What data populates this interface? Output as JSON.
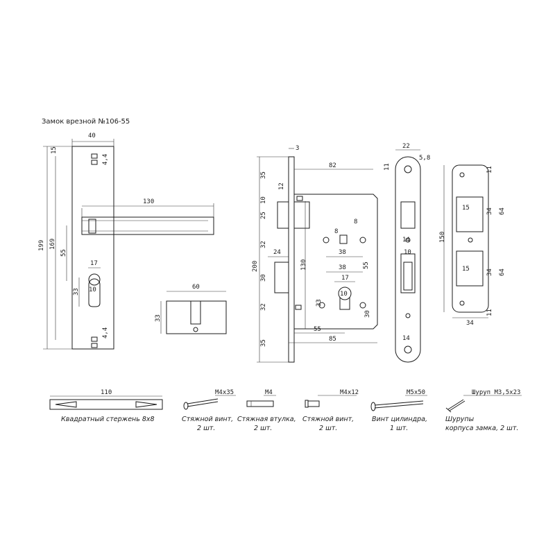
{
  "title": "Замок врезной №106-55",
  "handle": {
    "w": "40",
    "h_total": "199",
    "h_mid": "169",
    "t15": "15",
    "t55": "55",
    "t33": "33",
    "t17": "17",
    "t10": "10",
    "t44a": "4,4",
    "t44b": "4,4",
    "t130": "130"
  },
  "cylinder": {
    "w": "60",
    "h": "33"
  },
  "lock": {
    "d3": "3",
    "d82": "82",
    "d35a": "35",
    "d10": "10",
    "d12": "12",
    "d25": "25",
    "d32a": "32",
    "d24": "24",
    "d200": "200",
    "d30": "30",
    "d32b": "32",
    "d35b": "35",
    "d130": "130",
    "d8a": "8",
    "d8b": "8",
    "d38a": "38",
    "d38b": "38",
    "d55v": "55",
    "d17": "17",
    "d10c": "10",
    "d33": "33",
    "d30b": "30",
    "d55h": "55",
    "d85": "85"
  },
  "faceplate": {
    "d22": "22",
    "d58": "5,8",
    "d11": "11",
    "d14a": "14",
    "d10": "10",
    "d14b": "14"
  },
  "strike": {
    "d150": "150",
    "d11a": "11",
    "d15a": "15",
    "d34a": "34",
    "d64a": "64",
    "d15b": "15",
    "d34b": "34",
    "d64b": "64",
    "d11b": "11",
    "d34": "34"
  },
  "parts": [
    {
      "spec": "110",
      "label": "Квадратный стержень 8х8"
    },
    {
      "spec": "М4х35",
      "label1": "Стяжной винт,",
      "label2": "2 шт."
    },
    {
      "spec": "М4",
      "label1": "Стяжная втулка,",
      "label2": "2 шт."
    },
    {
      "spec": "М4х12",
      "label1": "Стяжной винт,",
      "label2": "2 шт."
    },
    {
      "spec": "М5х50",
      "label1": "Винт цилиндра,",
      "label2": "1 шт."
    },
    {
      "spec": "Шуруп М3,5х23",
      "label1": "Шурупы",
      "label2": "корпуса замка, 2 шт."
    }
  ]
}
